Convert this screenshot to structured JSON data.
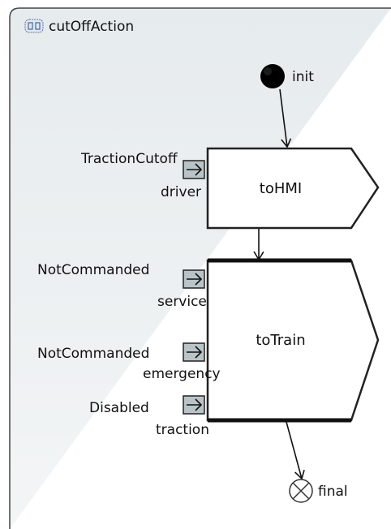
{
  "diagram": {
    "title": "cutOffAction",
    "title_icon": "activity-frame-icon",
    "initial_node": {
      "label": "init"
    },
    "final_node": {
      "label": "final"
    },
    "actions": [
      {
        "label": "toHMI",
        "pins": [
          {
            "value": "TractionCutoff",
            "name": "driver"
          }
        ]
      },
      {
        "label": "toTrain",
        "pins": [
          {
            "value": "NotCommanded",
            "name": "service"
          },
          {
            "value": "NotCommanded",
            "name": "emergency"
          },
          {
            "value": "Disabled",
            "name": "traction"
          }
        ]
      }
    ],
    "colors": {
      "frame_bg": "#ebeff1",
      "frame_border": "#444444",
      "action_fill": "#ffffff",
      "action_border": "#222222",
      "pin_fill": "#b9c4c9",
      "initial_fill": "#000000"
    }
  }
}
